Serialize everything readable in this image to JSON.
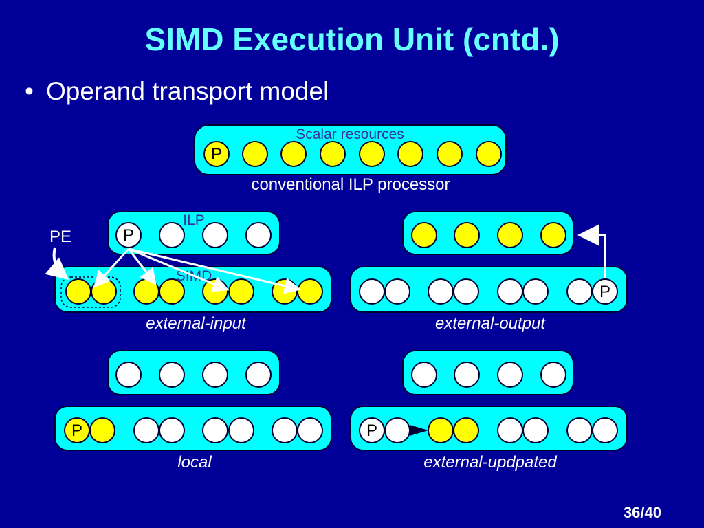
{
  "slide": {
    "title": "SIMD Execution Unit (cntd.)",
    "bullet_marker": "•",
    "bullet": "Operand transport model",
    "page_number": "36/40"
  },
  "diagram": {
    "scalar_label": "Scalar resources",
    "conventional_caption": "conventional ILP processor",
    "ilp_label": "ILP",
    "simd_label": "SIMD",
    "pe_label": "PE",
    "processor_label": "P",
    "captions": {
      "external_input": "external-input",
      "external_output": "external-output",
      "local": "local",
      "external_updated": "external-updpated"
    }
  },
  "colors": {
    "background": "#000099",
    "title": "#66ffff",
    "panel_fill": "#00ffff",
    "panel_stroke": "#000033",
    "active_unit": "#ffff00",
    "idle_unit": "#ffffff",
    "text_dark": "#333399",
    "arrow": "#ffffff"
  }
}
